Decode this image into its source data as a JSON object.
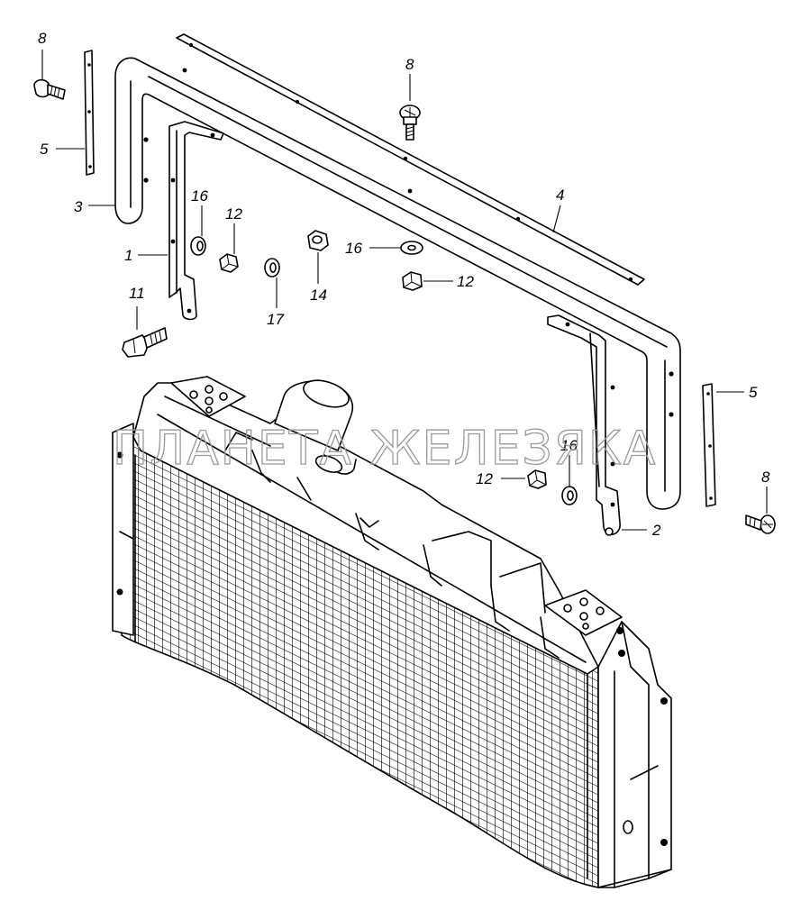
{
  "watermark": "ПЛАНЕТА ЖЕЛЕЗЯКА",
  "callouts": {
    "bolt_top_left": "8",
    "bolt_top_center": "8",
    "bolt_right": "8",
    "strip_left": "5",
    "strip_right": "5",
    "frame_3": "3",
    "bar_4": "4",
    "bracket_1": "1",
    "bracket_2": "2",
    "washer_16_left": "16",
    "washer_16_mid": "16",
    "washer_16_right": "16",
    "nut_12_left": "12",
    "nut_12_mid": "12",
    "nut_12_right": "12",
    "nut_14": "14",
    "washer_17": "17",
    "bolt_11": "11"
  }
}
